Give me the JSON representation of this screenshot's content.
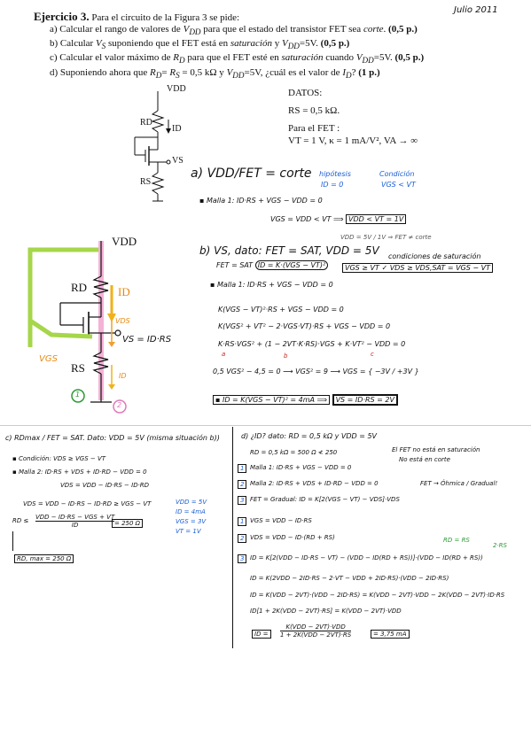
{
  "header": {
    "date": "Julio 2011",
    "title": "Ejercicio 3.",
    "intro": "Para el circuito de la Figura 3  se pide:",
    "items": [
      {
        "letter": "a)",
        "text": "Calcular el rango de valores de V",
        "sub": "DD",
        "rest": " para que el estado del transistor FET sea ",
        "em": "corte",
        "pts": ". (0,5 p.)"
      },
      {
        "letter": "b)",
        "text": "Calcular V",
        "sub": "S",
        "rest": " suponiendo que el FET está en ",
        "em": "saturación",
        "pts": " y V",
        "extra": "DD=5V. (0,5 p.)"
      },
      {
        "letter": "c)",
        "text": "Calcular el valor máximo de R",
        "sub": "D",
        "rest": " para que el FET esté en ",
        "em": "saturación",
        "pts": " cuando V",
        "extra": "DD=5V. (0,5 p.)"
      },
      {
        "letter": "d)",
        "text": "Suponiendo ahora que R",
        "sub": "D",
        "rest": "= R",
        "em": "S",
        "pts": " = 0,5 kΩ y V",
        "extra": "DD=5V, ¿cuál es el valor de I",
        "tail": "D? (1 p.)"
      }
    ]
  },
  "figure": {
    "vdd": "VDD",
    "rd": "RD",
    "id": "ID",
    "vs": "VS",
    "rs": "RS"
  },
  "datos": {
    "title": "DATOS:",
    "rs": "RS = 0,5 kΩ.",
    "fet": "Para el FET :",
    "params": "VT = 1 V, κ = 1 mA/V², VA → ∞"
  },
  "partA": {
    "heading": "a)  VDD/FET = corte",
    "hyp_label": "hipótesis",
    "hyp_value": "ID = 0",
    "cond_label": "Condición",
    "cond_value": "VGS < VT",
    "malla": "▪ Malla 1:  ID·RS + VGS − VDD = 0",
    "result": "VGS = VDD < VT ⟹",
    "boxed": "VDD < VT = 1V"
  },
  "partB": {
    "heading": "b)  VS, dato: FET = SAT, VDD = 5V",
    "note": "VDD = 5V / 1V ⇒ FET ≠ corte",
    "cond_title": "condiciones de saturación",
    "cond_box": "VGS ≥ VT ✓   VDS ≥ VDS,SAT = VGS − VT",
    "eq1": "FET = SAT",
    "eq1b": "ID = K·(VGS − VT)²",
    "malla": "▪ Malla 1:  ID·RS + VGS − VDD = 0",
    "l1": "K(VGS − VT)²·RS + VGS − VDD = 0",
    "l2": "K(VGS² + VT² − 2·VGS·VT)·RS + VGS − VDD = 0",
    "l3": "K·RS·VGS² + (1 − 2VT·K·RS)·VGS + K·VT² − VDD = 0",
    "abc": [
      "a",
      "b",
      "c"
    ],
    "l4": "0,5 VGS² − 4,5 = 0  ⟶  VGS² = 9  ⟶  VGS = { −3V / +3V }",
    "final1": "▪ ID = K(VGS − VT)² = 4mA ⟹",
    "final2": "VS = ID·RS = 2V"
  },
  "bigfig": {
    "vdd": "VDD",
    "rd": "RD",
    "id": "ID",
    "vds": "VDS",
    "vs": "VS = ID·RS",
    "vgs": "VGS",
    "rs": "RS",
    "id2": "ID",
    "loop1": "1",
    "loop2": "2"
  },
  "partC": {
    "heading": "c)  RDmax / FET = SAT.  Dato: VDD = 5V (misma situación b))",
    "cond": "▪ Condición: VDS ≥ VGS − VT",
    "malla2": "▪ Malla 2:  ID·RS + VDS + ID·RD − VDD = 0",
    "vds1": "VDS = VDD − ID·RS − ID·RD",
    "vds2": "VDS = VDD − ID·RS − ID·RD ≥ VGS − VT",
    "frac_num": "VDD − ID·RS − VGS + VT",
    "frac_den": "ID",
    "rd_le": "RD ≤",
    "frac_res": "= 250 Ω",
    "vals": [
      "VDD = 5V",
      "ID = 4mA",
      "VGS = 3V",
      "VT = 1V"
    ],
    "final": "RD, max = 250 Ω"
  },
  "partD": {
    "heading": "d)  ¿ID?  dato: RD = 0,5 kΩ y VDD = 5V",
    "rd_line": "RD = 0,5 kΩ = 500 Ω ≮ 250",
    "arrow_note1": "El FET no está en saturación",
    "arrow_note2": "No está en corte",
    "s1": "Malla 1: ID·RS + VGS − VDD = 0",
    "s2": "Malla 2: ID·RS + VDS + ID·RD − VDD = 0",
    "s2_note": "FET → Óhmica / Gradual!",
    "s3": "FET = Gradual:  ID = K[2(VGS − VT) − VDS]·VDS",
    "e1": "VGS = VDD − ID·RS",
    "e2": "VDS = VDD − ID·(RD + RS)",
    "green1": "RD = RS",
    "green2": "2·RS",
    "e3": "ID = K[2(VDD − ID·RS − VT) − (VDD − ID(RD + RS))]·(VDD − ID(RD + RS))",
    "e4": "ID = K(2VDD − 2ID·RS − 2·VT − VDD + 2ID·RS)·(VDD − 2ID·RS)",
    "e5": "ID = K(VDD − 2VT)·(VDD − 2ID·RS) = K(VDD − 2VT)·VDD − 2K(VDD − 2VT)·ID·RS",
    "e6": "ID[1 + 2K(VDD − 2VT)·RS] = K(VDD − 2VT)·VDD",
    "ans_lhs": "ID =",
    "ans_num": "K(VDD − 2VT)·VDD",
    "ans_den": "1 + 2K(VDD − 2VT)·RS",
    "ans": "= 3,75 mA",
    "labels": [
      "1",
      "2",
      "3",
      "1",
      "2",
      "3"
    ]
  }
}
